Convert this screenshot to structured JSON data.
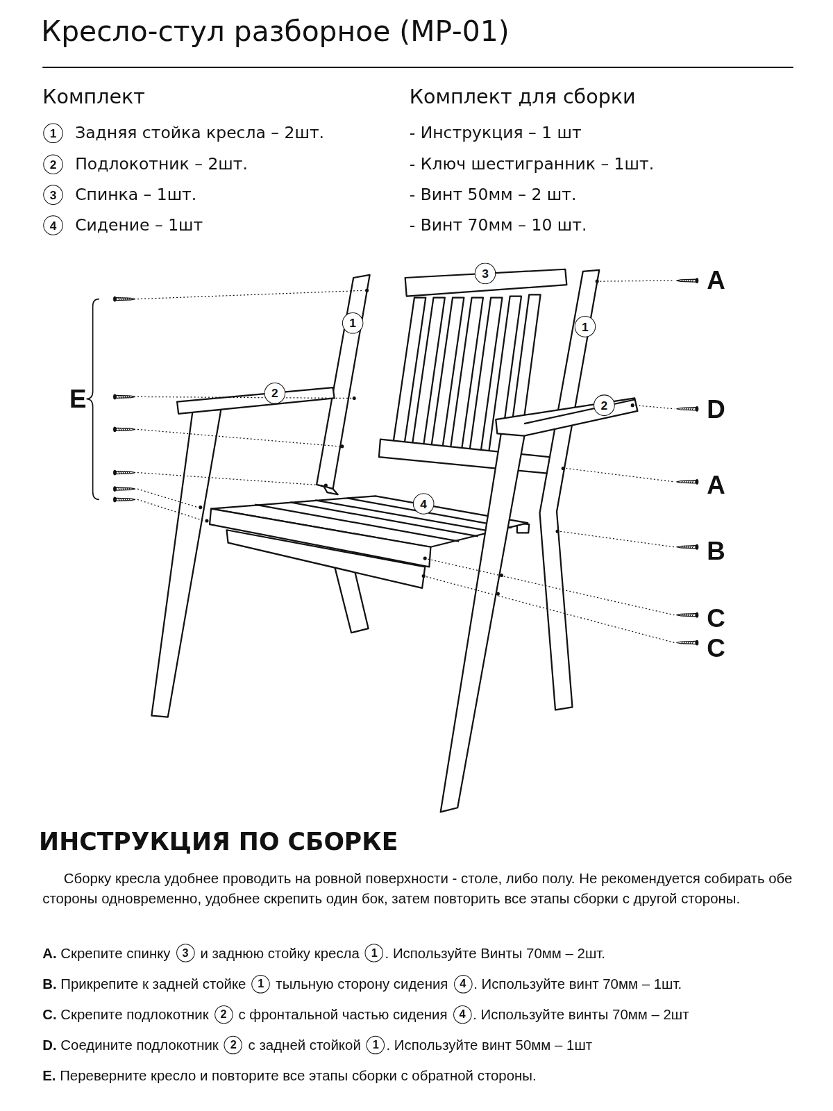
{
  "diagram": {
    "title": "Кресло-стул разборное (МР-01)",
    "nodes": [
      {
        "text": [
          "1"
        ]
      },
      {
        "text": [
          "2"
        ]
      },
      {
        "text": [
          "3"
        ]
      },
      {
        "text": [
          "4"
        ]
      },
      {
        "text": [
          "3"
        ]
      },
      {
        "text": [
          "1"
        ]
      },
      {
        "text": [
          "1"
        ]
      },
      {
        "text": [
          "2"
        ]
      },
      {
        "text": [
          "2"
        ]
      },
      {
        "text": [
          "4"
        ]
      },
      {
        "text": [
          "3"
        ]
      },
      {
        "text": [
          "1"
        ]
      },
      {
        "text": [
          "1"
        ]
      },
      {
        "text": [
          "4"
        ]
      },
      {
        "text": [
          "2"
        ]
      },
      {
        "text": [
          "4"
        ]
      },
      {
        "text": [
          "2"
        ]
      },
      {
        "text": [
          "1"
        ]
      }
    ],
    "labels": [
      "Комплект",
      "Задняя стойка кресла – 2шт.",
      "Подлокотник – 2шт.",
      "Спинка – 1шт.",
      "Сидение – 1шт",
      "Комплект для сборки",
      "- Инструкция – 1 шт",
      "- Ключ шестигранник – 1шт.",
      "- Винт 50мм – 2 шт.",
      "- Винт 70мм – 10 шт.",
      "A",
      "E",
      "D",
      "A",
      "B",
      "C",
      "C",
      "ИНСТРУКЦИЯ ПО СБОРКЕ",
      "Сборку кресла удобнее проводить на ровной поверхности - столе, либо полу. Не рекомендуется собирать обе стороны одновременно, удобнее скрепить один бок, затем повторить все этапы сборки с другой стороны.",
      "A. Скрепите спинку",
      "и заднюю стойку кресла",
      ". Используйте Винты 70мм – 2шт.",
      "B. Прикрепите к задней стойке",
      "тыльную сторону сидения",
      ". Используйте винт 70мм – 1шт.",
      "C. Скрепите подлокотник",
      "с фронтальной частью сидения",
      ". Используйте винты 70мм – 2шт",
      "D. Соедините подлокотник",
      "с задней стойкой",
      ". Используйте винт 50мм – 1шт",
      "E. Переверните кресло и повторите все этапы сборки с обратной стороны."
    ]
  }
}
